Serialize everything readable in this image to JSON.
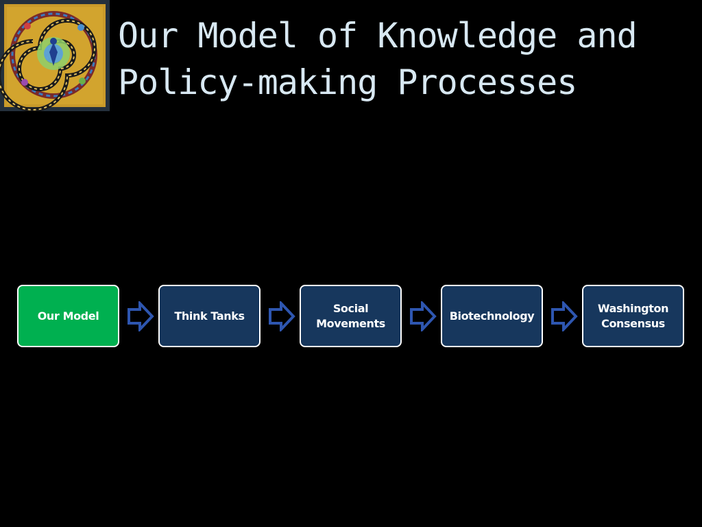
{
  "slide": {
    "title_lines": [
      "Our Model of Knowledge and",
      "Policy-making Processes"
    ],
    "title_color": "#d8e8f2",
    "background": "#000000"
  },
  "logo": {
    "icon": "spiral-mosaic-logo-icon"
  },
  "process": {
    "steps": [
      {
        "label": "Our Model",
        "active": true
      },
      {
        "label": "Think Tanks",
        "active": false
      },
      {
        "label": "Social Movements",
        "active": false
      },
      {
        "label": "Biotechnology",
        "active": false
      },
      {
        "label": "Washington Consensus",
        "active": false
      }
    ],
    "colors": {
      "active": "#00b050",
      "inactive": "#17375d",
      "border": "#ffffff",
      "arrow": "#2e56b0"
    },
    "arrow_icon": "right-arrow-outline-icon"
  }
}
